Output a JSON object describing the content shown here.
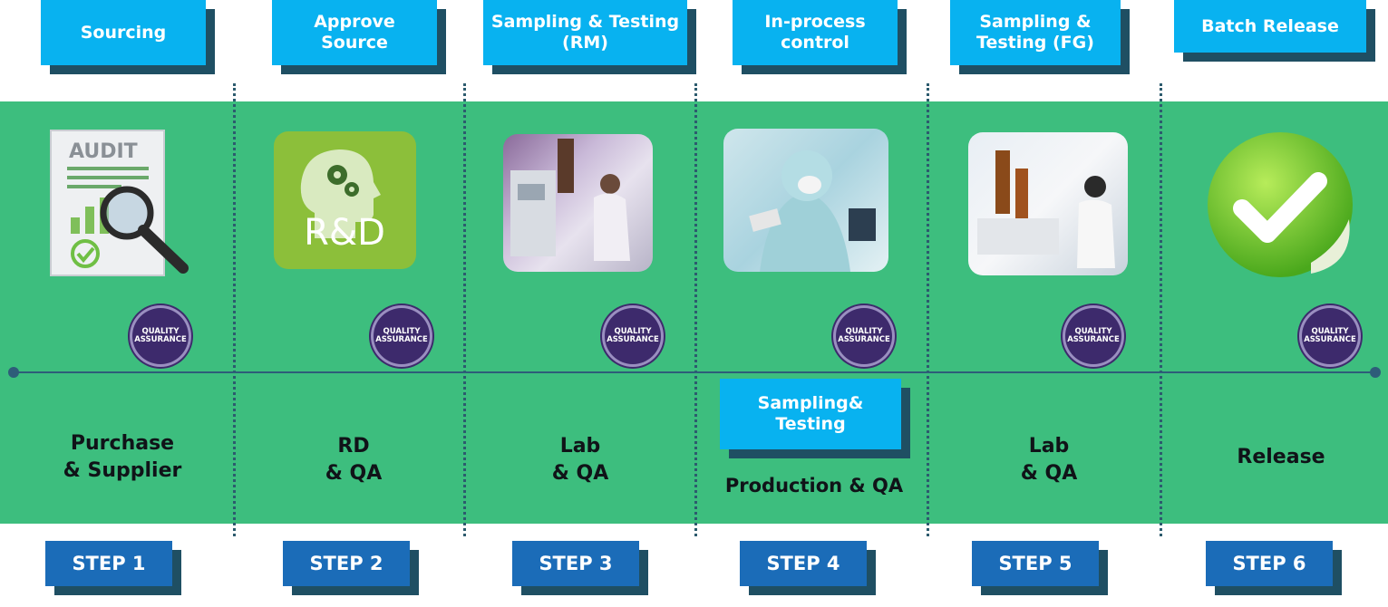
{
  "steps": [
    {
      "label": "STEP 1",
      "callout": "Sourcing",
      "actor": "Purchase\n& Supplier",
      "badge": "QUALITY\nASSURANCE",
      "image": "audit-document-icon"
    },
    {
      "label": "STEP 2",
      "callout": "Approve\nSource",
      "actor": "RD\n& QA",
      "badge": "QUALITY\nASSURANCE",
      "image": "rd-head-gears-icon",
      "image_text": "R&D"
    },
    {
      "label": "STEP 3",
      "callout": "Sampling & Testing\n(RM)",
      "actor": "Lab\n& QA",
      "badge": "QUALITY\nASSURANCE",
      "image": "lab-scientist-photo"
    },
    {
      "label": "STEP 4",
      "callout": "In-process\ncontrol",
      "actor": "Production & QA",
      "badge": "QUALITY\nASSURANCE",
      "image": "cleanroom-worker-photo",
      "extra_callout": "Sampling&\nTesting"
    },
    {
      "label": "STEP 5",
      "callout": "Sampling &\nTesting (FG)",
      "actor": "Lab\n& QA",
      "badge": "QUALITY\nASSURANCE",
      "image": "lab-analyst-photo"
    },
    {
      "label": "STEP 6",
      "callout": "Batch Release",
      "actor": "Release",
      "badge": "QUALITY\nASSURANCE",
      "image": "green-check-icon"
    }
  ],
  "audit_icon_text": "AUDIT",
  "colors": {
    "band": "#3dbe7e",
    "callout": "#08b2f0",
    "step": "#1b6cb8",
    "shadow": "#1f4f63",
    "badge": "#3d2a6c"
  }
}
